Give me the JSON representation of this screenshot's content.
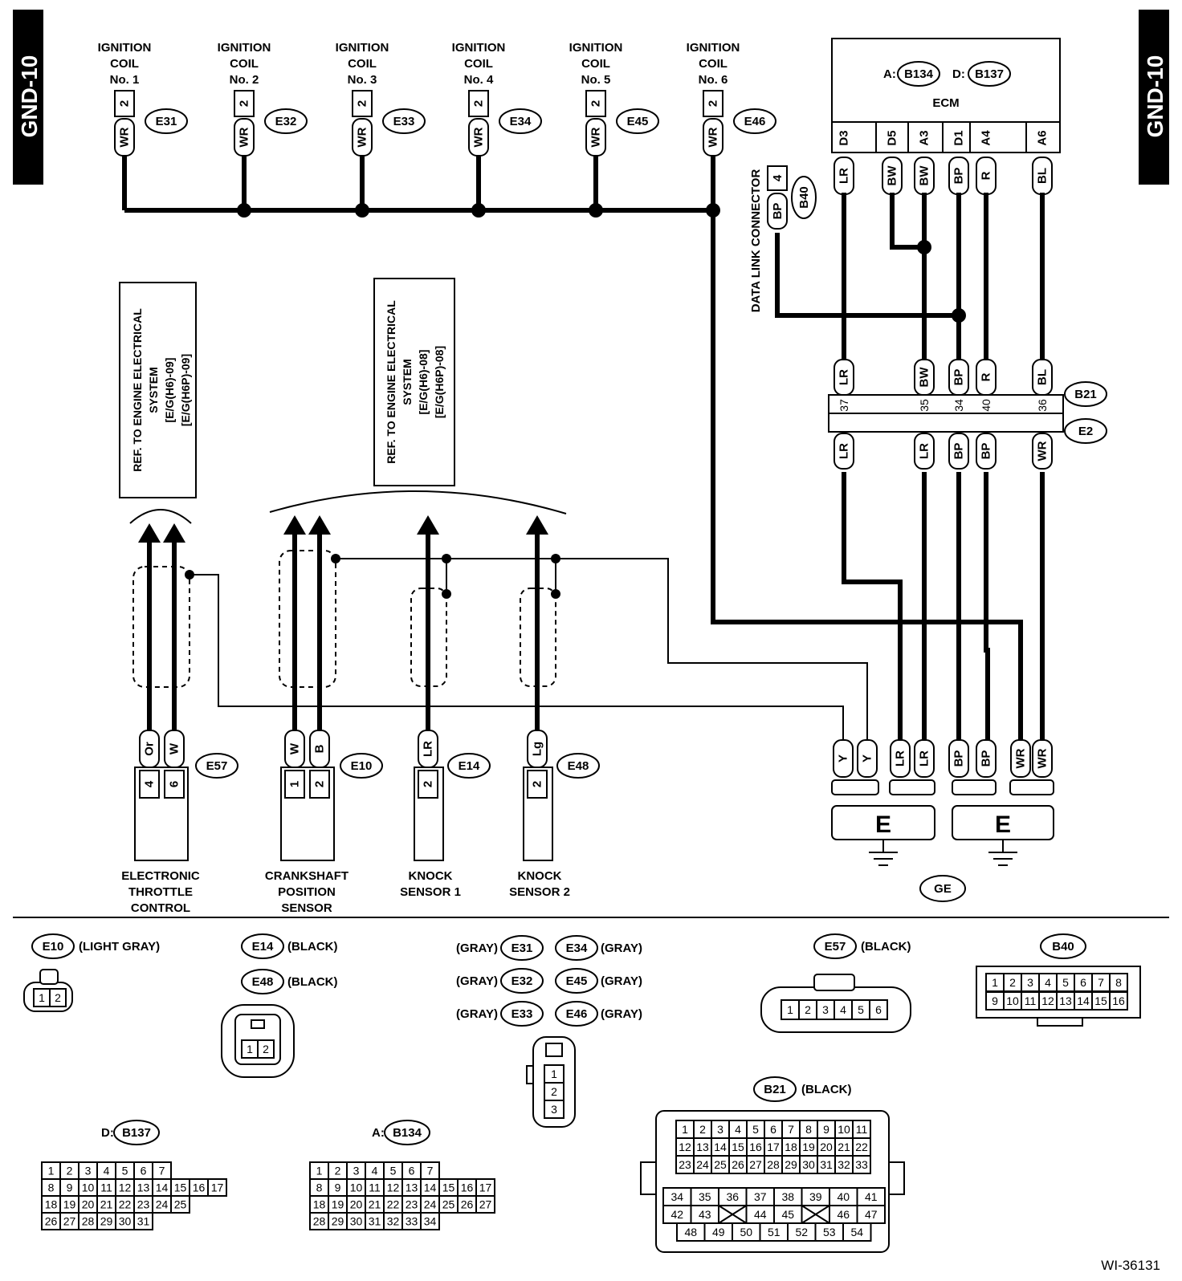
{
  "page_tag": "GND-10",
  "figure_id": "WI-36131",
  "ignition_coils": [
    {
      "label": [
        "IGNITION",
        "COIL",
        "No. 1"
      ],
      "connector": "E31",
      "pin": "2",
      "wire": "WR"
    },
    {
      "label": [
        "IGNITION",
        "COIL",
        "No. 2"
      ],
      "connector": "E32",
      "pin": "2",
      "wire": "WR"
    },
    {
      "label": [
        "IGNITION",
        "COIL",
        "No. 3"
      ],
      "connector": "E33",
      "pin": "2",
      "wire": "WR"
    },
    {
      "label": [
        "IGNITION",
        "COIL",
        "No. 4"
      ],
      "connector": "E34",
      "pin": "2",
      "wire": "WR"
    },
    {
      "label": [
        "IGNITION",
        "COIL",
        "No. 5"
      ],
      "connector": "E45",
      "pin": "2",
      "wire": "WR"
    },
    {
      "label": [
        "IGNITION",
        "COIL",
        "No. 6"
      ],
      "connector": "E46",
      "pin": "2",
      "wire": "WR"
    }
  ],
  "ecm": {
    "title": "ECM",
    "conn_a_prefix": "A:",
    "conn_a": "B134",
    "conn_d_prefix": "D:",
    "conn_d": "B137",
    "pins": [
      {
        "pin": "D3",
        "wire": "LR"
      },
      {
        "pin": "D5",
        "wire": "BW"
      },
      {
        "pin": "A3",
        "wire": "BW"
      },
      {
        "pin": "D1",
        "wire": "BP"
      },
      {
        "pin": "A4",
        "wire": "R"
      },
      {
        "pin": "A6",
        "wire": "BL"
      }
    ]
  },
  "data_link": {
    "label": "DATA LINK CONNECTOR",
    "connector": "B40",
    "pin": "4",
    "wire": "BP"
  },
  "joint": {
    "top_connector": "B21",
    "bottom_connector": "E2",
    "top_wires": [
      "LR",
      "BW",
      "BP",
      "R",
      "BL"
    ],
    "pins": [
      "37",
      "35",
      "34",
      "40",
      "36"
    ],
    "bottom_wires": [
      "LR",
      "LR",
      "BP",
      "BP",
      "WR"
    ]
  },
  "ref_boxes": [
    {
      "lines": [
        "REF. TO ENGINE ELECTRICAL",
        "SYSTEM",
        "[E/G(H6)-09]",
        "[E/G(H6P)-09]"
      ]
    },
    {
      "lines": [
        "REF. TO ENGINE ELECTRICAL",
        "SYSTEM",
        "[E/G(H6)-08]",
        "[E/G(H6P)-08]"
      ]
    }
  ],
  "sensors": [
    {
      "label": [
        "ELECTRONIC",
        "THROTTLE",
        "CONTROL"
      ],
      "connector": "E57",
      "pins": [
        "4",
        "6"
      ],
      "wires": [
        "Or",
        "W"
      ]
    },
    {
      "label": [
        "CRANKSHAFT",
        "POSITION",
        "SENSOR"
      ],
      "connector": "E10",
      "pins": [
        "1",
        "2"
      ],
      "wires": [
        "W",
        "B"
      ]
    },
    {
      "label": [
        "KNOCK",
        "SENSOR 1"
      ],
      "connector": "E14",
      "pins": [
        "2"
      ],
      "wires": [
        "LR"
      ]
    },
    {
      "label": [
        "KNOCK",
        "SENSOR 2"
      ],
      "connector": "E48",
      "pins": [
        "2"
      ],
      "wires": [
        "Lg"
      ]
    }
  ],
  "ground_block": {
    "wires": [
      "Y",
      "Y",
      "LR",
      "LR",
      "BP",
      "BP",
      "WR",
      "WR"
    ],
    "terminal_letter": "E",
    "ground_label": "GE"
  },
  "connector_views": {
    "e10": {
      "name": "E10",
      "color": "(LIGHT GRAY)",
      "pins": [
        "1",
        "2"
      ]
    },
    "e14": {
      "name": "E14",
      "color": "(BLACK)"
    },
    "e48": {
      "name": "E48",
      "color": "(BLACK)",
      "pins": [
        "1",
        "2"
      ]
    },
    "coil_conns": [
      {
        "name": "E31",
        "color": "(GRAY)"
      },
      {
        "name": "E34",
        "color": "(GRAY)"
      },
      {
        "name": "E32",
        "color": "(GRAY)"
      },
      {
        "name": "E45",
        "color": "(GRAY)"
      },
      {
        "name": "E33",
        "color": "(GRAY)"
      },
      {
        "name": "E46",
        "color": "(GRAY)"
      }
    ],
    "coil_pins": [
      "1",
      "2",
      "3"
    ],
    "e57": {
      "name": "E57",
      "color": "(BLACK)",
      "pins": [
        "1",
        "2",
        "3",
        "4",
        "5",
        "6"
      ]
    },
    "b40": {
      "name": "B40",
      "rows": [
        [
          "1",
          "2",
          "3",
          "4",
          "5",
          "6",
          "7",
          "8"
        ],
        [
          "9",
          "10",
          "11",
          "12",
          "13",
          "14",
          "15",
          "16"
        ]
      ]
    },
    "b137": {
      "prefix": "D:",
      "name": "B137",
      "rows": [
        [
          "1",
          "2",
          "3",
          "4",
          "5",
          "6",
          "7"
        ],
        [
          "8",
          "9",
          "10",
          "11",
          "12",
          "13",
          "14",
          "15",
          "16",
          "17"
        ],
        [
          "18",
          "19",
          "20",
          "21",
          "22",
          "23",
          "24",
          "25"
        ],
        [
          "26",
          "27",
          "28",
          "29",
          "30",
          "31"
        ]
      ]
    },
    "b134": {
      "prefix": "A:",
      "name": "B134",
      "rows": [
        [
          "1",
          "2",
          "3",
          "4",
          "5",
          "6",
          "7"
        ],
        [
          "8",
          "9",
          "10",
          "11",
          "12",
          "13",
          "14",
          "15",
          "16",
          "17"
        ],
        [
          "18",
          "19",
          "20",
          "21",
          "22",
          "23",
          "24",
          "25",
          "26",
          "27"
        ],
        [
          "28",
          "29",
          "30",
          "31",
          "32",
          "33",
          "34"
        ]
      ]
    },
    "b21": {
      "name": "B21",
      "color": "(BLACK)",
      "rows": [
        [
          "1",
          "2",
          "3",
          "4",
          "5",
          "6",
          "7",
          "8",
          "9",
          "10",
          "11"
        ],
        [
          "12",
          "13",
          "14",
          "15",
          "16",
          "17",
          "18",
          "19",
          "20",
          "21",
          "22"
        ],
        [
          "23",
          "24",
          "25",
          "26",
          "27",
          "28",
          "29",
          "30",
          "31",
          "32",
          "33"
        ],
        [
          "34",
          "35",
          "36",
          "37",
          "38",
          "39",
          "40",
          "41"
        ],
        [
          "42",
          "43",
          "44",
          "45",
          "46",
          "47"
        ],
        [
          "48",
          "49",
          "50",
          "51",
          "52",
          "53",
          "54"
        ]
      ]
    }
  }
}
